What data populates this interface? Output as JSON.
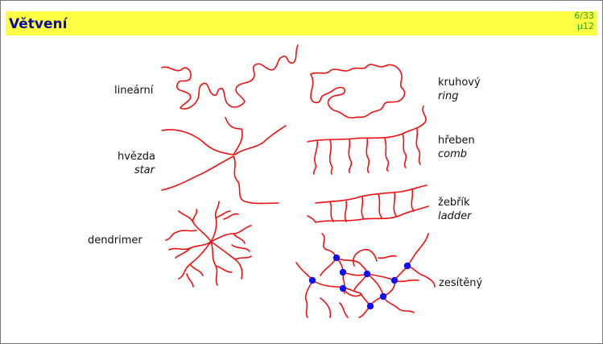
{
  "slide": {
    "title": "Větvení",
    "page": "6/33",
    "sub": "μ12"
  },
  "labels": {
    "linear": "lineární",
    "star_cs": "hvězda",
    "star_en": "star",
    "dendrimer": "dendrimer",
    "ring_cs": "kruhový",
    "ring_en": "ring",
    "comb_cs": "hřeben",
    "comb_en": "comb",
    "ladder_cs": "žebřík",
    "ladder_en": "ladder",
    "network": "zesítěný"
  },
  "colors": {
    "chain": "#ee1111",
    "crosslink": "#1111ee",
    "title_bar": "#ffff44",
    "title_text": "#0a0aa0",
    "page_text": "#22aa22"
  }
}
